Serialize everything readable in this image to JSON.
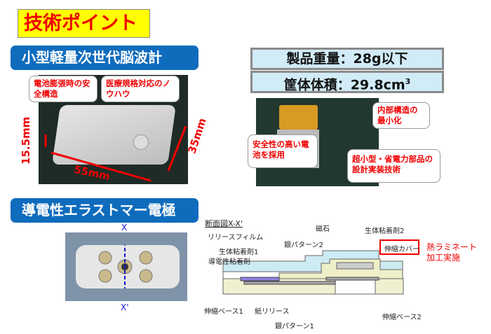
{
  "title": "技術ポイント",
  "section1": {
    "heading": "小型軽量次世代脳波計",
    "callouts": [
      "電池膨張時の安全構造",
      "医療規格対応のノウハウ"
    ],
    "dimensions": {
      "height": "15.5mm",
      "width": "55mm",
      "depth": "35mm"
    }
  },
  "specs": {
    "weight": "製品重量：28g以下",
    "volume": "筐体体積：29.8cm",
    "volume_sup": "3"
  },
  "section1b": {
    "callouts": [
      "内部構造の最小化",
      "安全性の高い電池を採用",
      "超小型・省電力部品の設計実装技術"
    ]
  },
  "section2": {
    "heading": "導電性エラストマー電極",
    "axis_top": "X",
    "axis_bottom": "X'"
  },
  "cross_section": {
    "title": "断面図X-X'",
    "labels": [
      "リリースフィルム",
      "生体粘着剤1",
      "導電性粘着剤",
      "銀パターン2",
      "磁石",
      "生体粘着剤2",
      "伸縮カバー",
      "伸縮ベース1",
      "紙リリース",
      "銀パターン1",
      "伸縮ベース2"
    ],
    "note": "熱ラミネート加工実施"
  },
  "colors": {
    "accent_blue": "#0f6cbd",
    "title_yellow": "#ffff00",
    "red": "#ee0000"
  }
}
